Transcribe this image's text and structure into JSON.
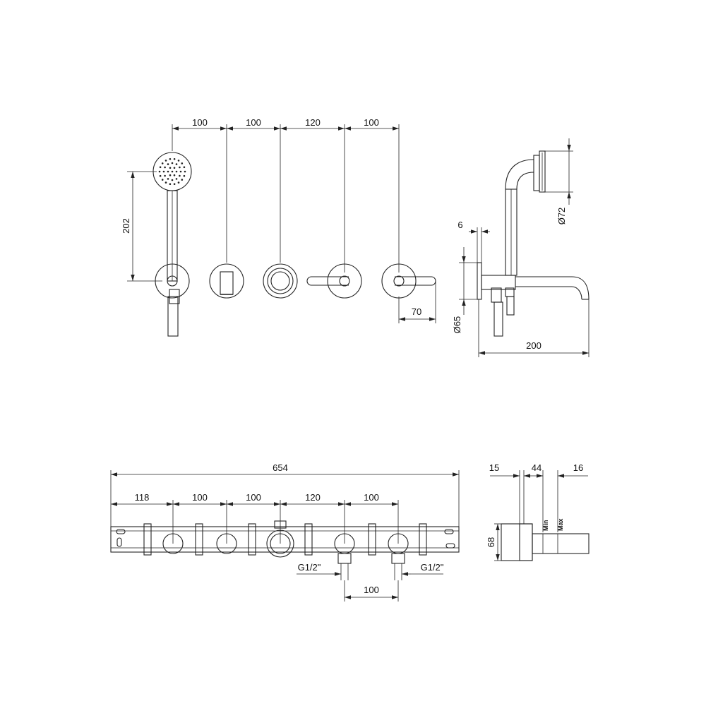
{
  "top_view": {
    "spacing_1": "100",
    "spacing_2": "100",
    "spacing_3": "120",
    "spacing_4": "100",
    "handshower_height": "202",
    "lever_reach": "70"
  },
  "side_view": {
    "plate_thickness": "6",
    "plate_diameter": "Ø65",
    "head_diameter": "Ø72",
    "spout_projection": "200"
  },
  "rough_in_front": {
    "overall_length": "654",
    "first_offset": "118",
    "spacing_1": "100",
    "spacing_2": "100",
    "spacing_3": "120",
    "spacing_4": "100",
    "inlet_left": "G1/2\"",
    "inlet_right": "G1/2\"",
    "inlet_spacing": "100"
  },
  "rough_in_side": {
    "depth_1": "15",
    "depth_2": "44",
    "depth_3": "16",
    "height": "68",
    "min_label": "Min",
    "max_label": "Max"
  }
}
